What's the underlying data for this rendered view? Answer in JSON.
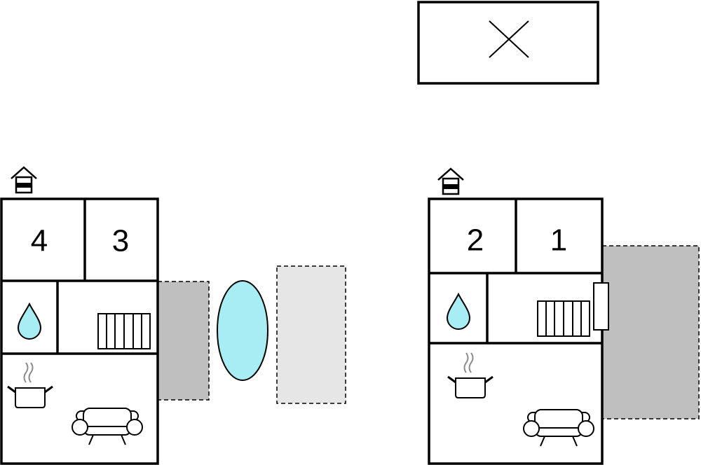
{
  "rooms": {
    "left_house": {
      "bedroom_a": "4",
      "bedroom_b": "3"
    },
    "right_house": {
      "bedroom_a": "2",
      "bedroom_b": "1"
    }
  },
  "colors": {
    "water": "#a8ecf4",
    "terrace_dark": "#bfbfbf",
    "terrace_light": "#e6e6e6",
    "wall": "#000000"
  },
  "icons": [
    "entrance-icon",
    "bathroom-drop-icon",
    "radiator-icon",
    "cooking-pot-icon",
    "sofa-icon",
    "parking-x-icon",
    "pool-icon"
  ]
}
